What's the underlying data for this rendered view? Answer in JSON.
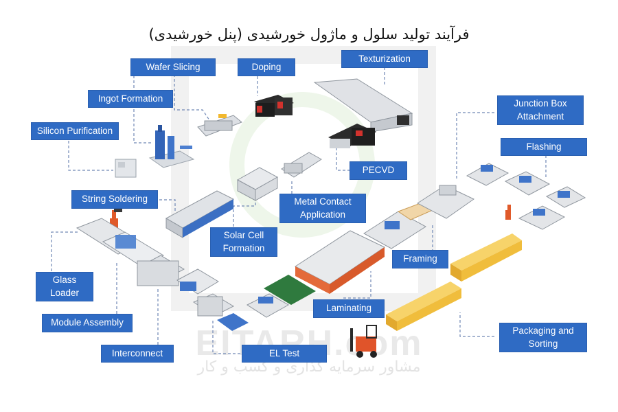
{
  "title": "فرآیند تولید سلول و ماژول خورشیدی (پنل خورشیدی)",
  "colors": {
    "label_bg": "#2f6bc4",
    "leader": "#6f87b5",
    "accent_orange": "#e8552a",
    "box_yellow": "#f3c24a"
  },
  "steps": {
    "wafer_slicing": "Wafer Slicing",
    "doping": "Doping",
    "texturization": "Texturization",
    "ingot_formation": "Ingot Formation",
    "silicon_purification": "Silicon Purification",
    "junction_box_1": "Junction Box",
    "junction_box_2": "Attachment",
    "flashing": "Flashing",
    "pecvd": "PECVD",
    "string_soldering": "String Soldering",
    "metal_contact_1": "Metal Contact",
    "metal_contact_2": "Application",
    "solar_cell_1": "Solar Cell",
    "solar_cell_2": "Formation",
    "framing": "Framing",
    "glass_loader_1": "Glass",
    "glass_loader_2": "Loader",
    "laminating": "Laminating",
    "module_assembly": "Module Assembly",
    "packaging_1": "Packaging and",
    "packaging_2": "Sorting",
    "interconnect": "Interconnect",
    "el_test": "EL Test"
  },
  "watermark": {
    "brand": "EITARH.com",
    "tagline": "مشاور سرمایه گذاری و کسب و کار"
  }
}
